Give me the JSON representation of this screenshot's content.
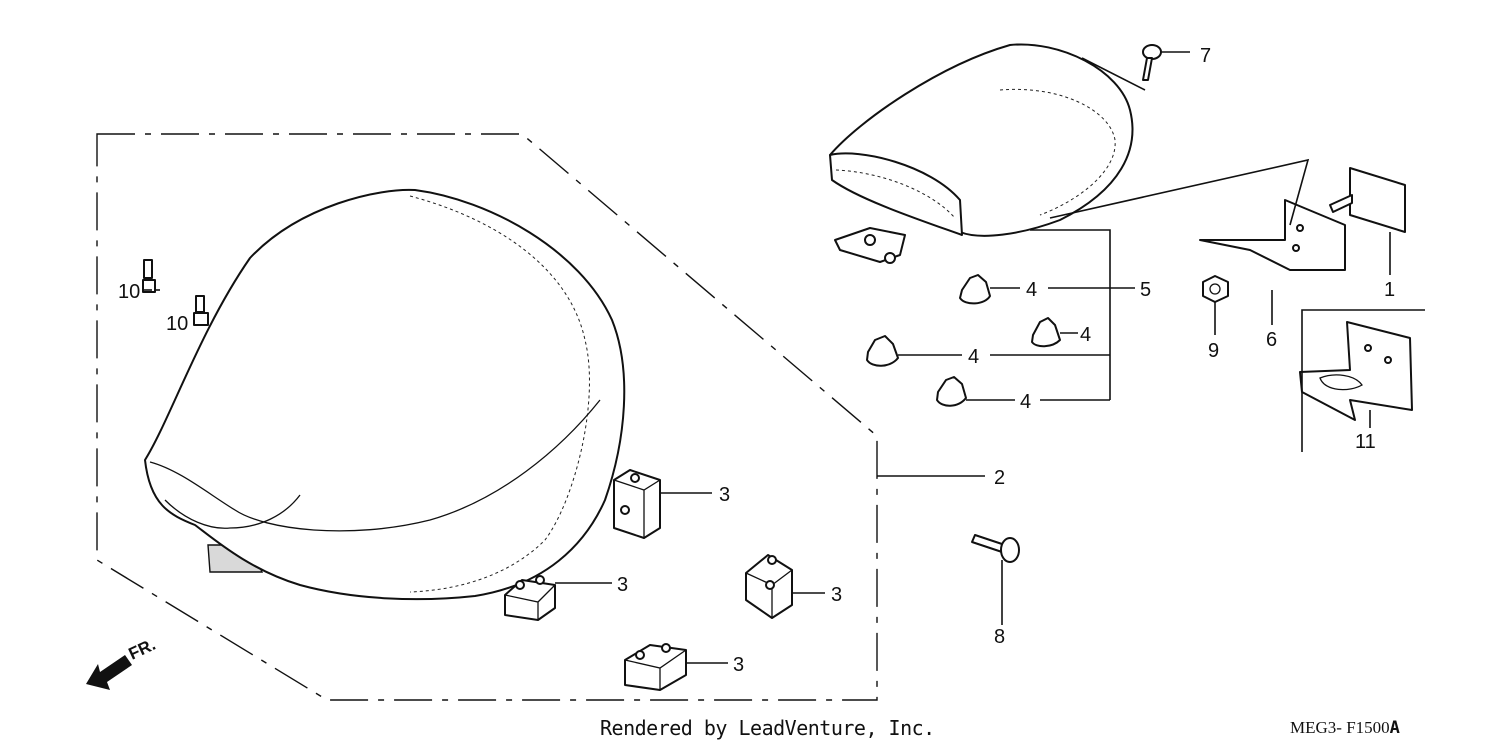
{
  "callouts": {
    "c1": "1",
    "c2": "2",
    "c3a": "3",
    "c3b": "3",
    "c3c": "3",
    "c3d": "3",
    "c4a": "4",
    "c4b": "4",
    "c4c": "4",
    "c4d": "4",
    "c5": "5",
    "c6": "6",
    "c7": "7",
    "c8": "8",
    "c9": "9",
    "c10a": "10",
    "c10b": "10",
    "c11": "11"
  },
  "direction_label": "FR.",
  "footer": {
    "credit": "Rendered by LeadVenture, Inc.",
    "code": "MEG3- F1500",
    "code_suffix": "A"
  }
}
